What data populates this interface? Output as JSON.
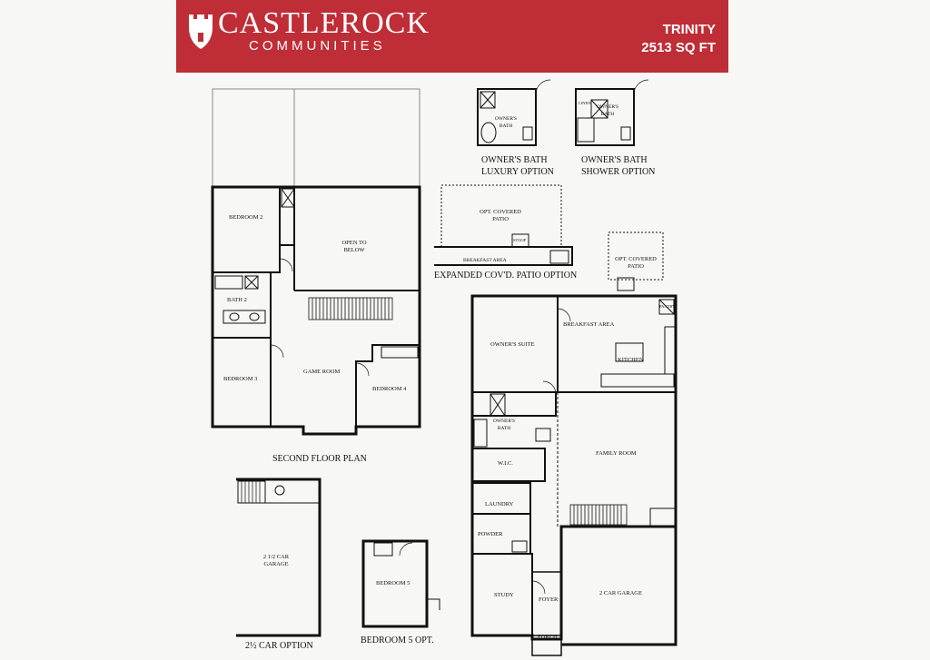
{
  "header": {
    "brand_main": "CASTLEROCK",
    "brand_sub": "COMMUNITIES",
    "plan_name": "TRINITY",
    "plan_size": "2513 SQ FT",
    "accent_color": "#bf2d36",
    "logo_icon": "castle-icon"
  },
  "captions": {
    "second_floor": "SECOND FLOOR PLAN",
    "bath_luxury_1": "OWNER'S BATH",
    "bath_luxury_2": "LUXURY OPTION",
    "bath_shower_1": "OWNER'S BATH",
    "bath_shower_2": "SHOWER OPTION",
    "expanded_patio": "EXPANDED COV'D. PATIO OPTION",
    "car_option": "2½ CAR OPTION",
    "bedroom5_opt": "BEDROOM 5 OPT."
  },
  "rooms": {
    "bedroom2": "BEDROOM 2",
    "open_to_below": "OPEN TO BELOW",
    "bath2": "BATH 2",
    "bedroom3": "BEDROOM 3",
    "game_room": "GAME ROOM",
    "bedroom4": "BEDROOM 4",
    "owners_bath_a": "OWNER'S BATH",
    "owners_bath_b": "OWNER'S BATH",
    "opt_covered_patio_a": "OPT. COVERED PATIO",
    "breakfast_area_a": "BREAKFAST AREA",
    "stoop": "STOOP",
    "opt_covered_patio_b": "OPT. COVERED PATIO",
    "owners_suite": "OWNER'S SUITE",
    "breakfast_area_b": "BREAKFAST AREA",
    "kitchen": "KITCHEN",
    "owners_bath_c": "OWNER'S BATH",
    "wic": "W.I.C.",
    "family_room": "FAMILY ROOM",
    "laundry": "LAUNDRY",
    "powder": "POWDER",
    "study": "STUDY",
    "foyer": "FOYER",
    "two_car_garage": "2 CAR GARAGE",
    "porch": "PORCH",
    "car_garage_25": "2 1/2 CAR GARAGE",
    "bedroom5": "BEDROOM 5",
    "pantry": "PANTRY",
    "linen": "LINEN"
  }
}
